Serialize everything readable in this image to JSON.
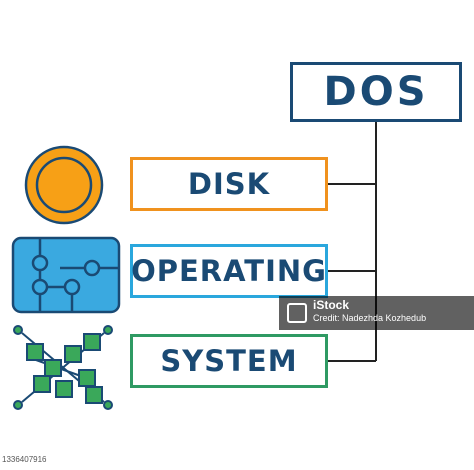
{
  "diagram": {
    "title": "DOS",
    "items": [
      {
        "label": "DISK",
        "color": "#f0921e",
        "icon": "disk-icon"
      },
      {
        "label": "OPERATING",
        "color": "#2aa7dd",
        "icon": "circuit-board-icon"
      },
      {
        "label": "SYSTEM",
        "color": "#2f9a63",
        "icon": "network-nodes-icon"
      }
    ],
    "title_color": "#1a4a74",
    "connector_color": "#222222"
  },
  "watermark": {
    "brand": "iStock",
    "credit": "Credit: Nadezhda Kozhedub"
  },
  "stock_id": "1336407916"
}
